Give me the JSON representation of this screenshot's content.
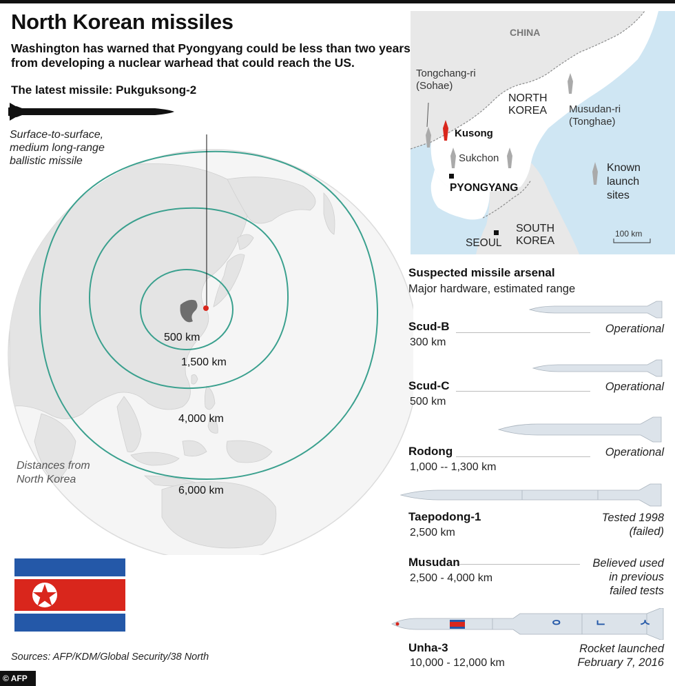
{
  "header": {
    "title": "North Korean missiles",
    "subtitle": "Washington has warned that Pyongyang could be less than two years from developing a nuclear warhead that could reach the US."
  },
  "latest": {
    "label": "The latest missile: Pukguksong-2",
    "desc1": "Surface-to-surface,",
    "desc2": "medium long-range",
    "desc3": "ballistic missile"
  },
  "globe": {
    "rings": [
      "500 km",
      "1,500 km",
      "4,000 km",
      "6,000 km"
    ],
    "distances1": "Distances from",
    "distances2": "North Korea",
    "ring_color": "#3aa08e",
    "land_color": "#e6e6e6",
    "ocean_color": "#f4f4f4"
  },
  "map": {
    "china": "CHINA",
    "tongchang1": "Tongchang-ri",
    "tongchang2": "(Sohae)",
    "north1": "NORTH",
    "north2": "KOREA",
    "musudan1": "Musudan-ri",
    "musudan2": "(Tonghae)",
    "kusong": "Kusong",
    "sukchon": "Sukchon",
    "pyongyang": "PYONGYANG",
    "legend1": "Known",
    "legend2": "launch",
    "legend3": "sites",
    "south1": "SOUTH",
    "south2": "KOREA",
    "seoul": "SEOUL",
    "scale": "100 km",
    "sea_color": "#cfe6f3",
    "land_color": "#e8e8e8",
    "nk_color": "#ffffff"
  },
  "arsenal": {
    "title": "Suspected missile arsenal",
    "subtitle": "Major hardware, estimated range",
    "missiles": [
      {
        "name": "Scud-B",
        "range": "300 km",
        "status1": "Operational",
        "status2": "",
        "status3": ""
      },
      {
        "name": "Scud-C",
        "range": "500 km",
        "status1": "Operational",
        "status2": "",
        "status3": ""
      },
      {
        "name": "Rodong",
        "range": "1,000 -- 1,300 km",
        "status1": "Operational",
        "status2": "",
        "status3": ""
      },
      {
        "name": "Taepodong-1",
        "range": "2,500 km",
        "status1": "Tested 1998",
        "status2": "(failed)",
        "status3": ""
      },
      {
        "name": "Musudan",
        "range": "2,500 - 4,000  km",
        "status1": "Believed used",
        "status2": "in previous",
        "status3": "failed tests"
      },
      {
        "name": "Unha-3",
        "range": "10,000 - 12,000 km",
        "status1": "Rocket launched",
        "status2": "February 7, 2016",
        "status3": ""
      }
    ],
    "unha_marks": "ᄋ ᄂ ᄉ"
  },
  "footer": {
    "sources": "Sources: AFP/KDM/Global Security/38 North",
    "logo": "© AFP"
  },
  "flag": {
    "blue": "#2458a8",
    "red": "#d9261c",
    "white": "#ffffff"
  }
}
